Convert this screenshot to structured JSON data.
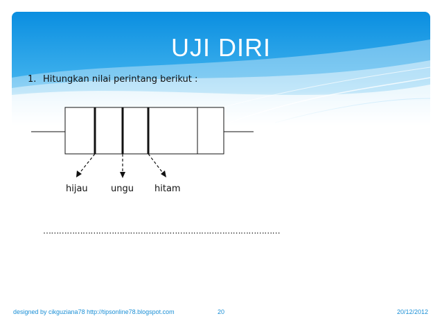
{
  "slide": {
    "title": "UJI DIRI",
    "question_number": "1.",
    "question_text": "Hitungkan nilai perintang berikut :",
    "band_labels": [
      "hijau",
      "ungu",
      "hitam"
    ],
    "answer_line": "………………………………………………………………………………",
    "footer": {
      "credit": "designed by cikguziana78 http://tipsonline78.blogspot.com",
      "page_number": "20",
      "date": "20/12/2012"
    },
    "colors": {
      "banner_top": "#0a8ee0",
      "banner_bottom": "#5fc0f3",
      "footer_text": "#1a8fd6"
    }
  }
}
